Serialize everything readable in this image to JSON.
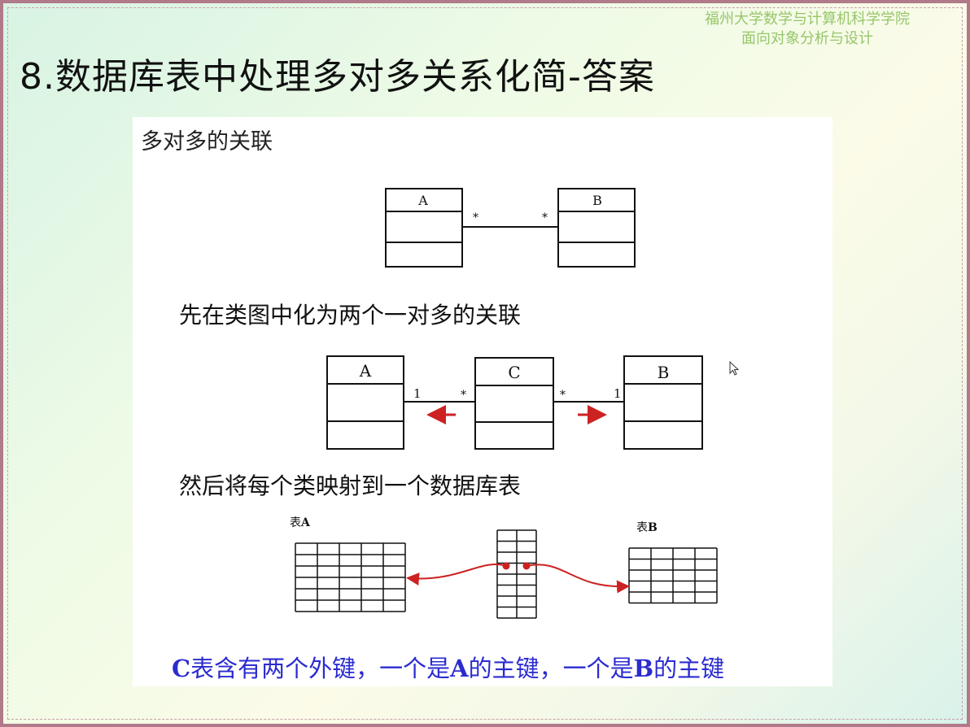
{
  "header": {
    "brand_line1": "福州大学数学与计算机科学学院",
    "brand_line2": "面向对象分析与设计"
  },
  "slide": {
    "title": "8.数据库表中处理多对多关系化简-答案"
  },
  "panel": {
    "heading": "多对多的关联",
    "step1_text": "先在类图中化为两个一对多的关联",
    "step2_text": "然后将每个类映射到一个数据库表",
    "conclusion": {
      "part1": "C",
      "part2": "表含有两个外键，一个是",
      "part3": "A",
      "part4": "的主键，一个是",
      "part5": "B",
      "part6": "的主键"
    }
  },
  "diagram1": {
    "class_a": "A",
    "class_b": "B",
    "mult_a": "*",
    "mult_b": "*"
  },
  "diagram2": {
    "class_a": "A",
    "class_c": "C",
    "class_b": "B",
    "mult_a_side": "1",
    "mult_c_left": "*",
    "mult_c_right": "*",
    "mult_b_side": "1"
  },
  "tables": {
    "table_a_label": "表",
    "table_a_letter": "A",
    "table_b_label": "表",
    "table_b_letter": "B"
  },
  "colors": {
    "arrow": "#cc2222",
    "conclusion": "#2b2bd0",
    "brand": "#96c66a"
  }
}
